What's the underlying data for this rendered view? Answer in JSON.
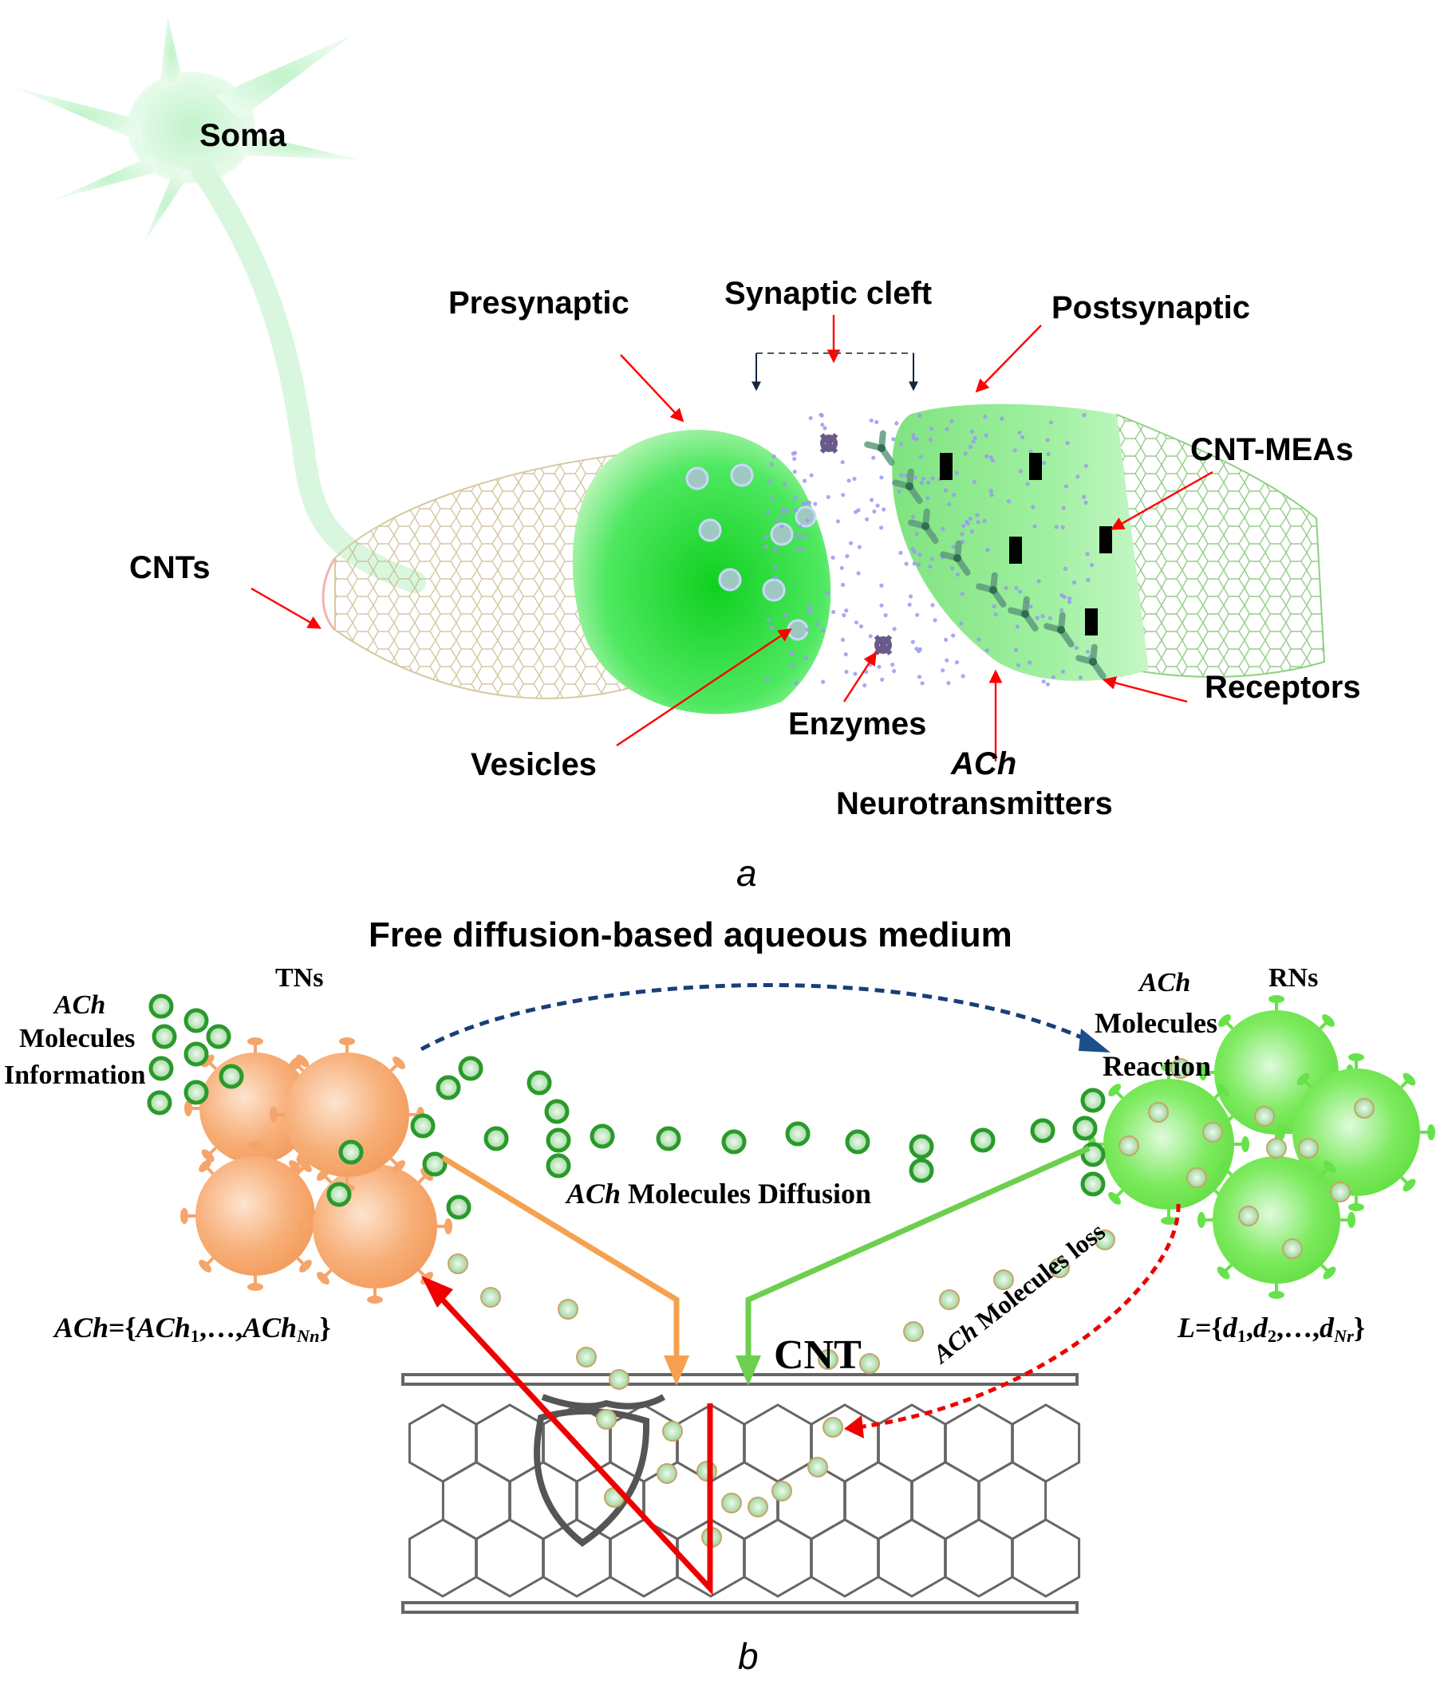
{
  "figure": {
    "panel_a": {
      "letter": "a",
      "labels": {
        "soma": "Soma",
        "presynaptic": "Presynaptic",
        "synaptic_cleft": "Synaptic cleft",
        "postsynaptic": "Postsynaptic",
        "cnt_meas": "CNT-MEAs",
        "cnts": "CNTs",
        "receptors": "Receptors",
        "enzymes": "Enzymes",
        "vesicles": "Vesicles",
        "ach": "ACh",
        "neurotransmitters": "Neurotransmitters"
      },
      "colors": {
        "arrow": "#ff0000",
        "cleft_arrow": "#16253f",
        "presynaptic_green": "#22dd33",
        "postsynaptic_green": "#8fe88f",
        "soma_green": "#c9f5d0",
        "receptor": "#4e8a6c",
        "neurotransmitter": "#9a9af0",
        "electrode": "#000000"
      }
    },
    "panel_b": {
      "letter": "b",
      "title": "Free diffusion-based aqueous medium",
      "tns_label": "TNs",
      "rns_label": "RNs",
      "left_info": {
        "ach": "ACh",
        "line2": "Molecules",
        "line3": "Information"
      },
      "right_info": {
        "ach": "ACh",
        "line2": "Molecules",
        "line3": "Reaction"
      },
      "diffusion": {
        "ach": "ACh",
        "text": " Molecules Diffusion"
      },
      "loss": {
        "ach": "ACh",
        "text": " Molecules loss"
      },
      "cnt_label": "CNT",
      "ach_set": {
        "lhs": "ACh",
        "eq": "={",
        "a1": "ACh",
        "s1": "1",
        "dots": ",…,",
        "a2": "ACh",
        "s2": "Nn",
        "close": "}"
      },
      "l_set": {
        "lhs": "L",
        "eq": "={",
        "d1": "d",
        "s1": "1",
        "c1": ",",
        "d2": "d",
        "s2": "2",
        "dots": ",…,",
        "d3": "d",
        "s3": "Nr",
        "close": "}"
      },
      "colors": {
        "tn_orange": "#f5a46a",
        "rn_green": "#66e34a",
        "molecule_ring": "#2a9a2a",
        "orange_arrow": "#f5a14f",
        "green_arrow": "#6ccf4e",
        "red_arrow": "#ee0000",
        "blue_dashed": "#1a3d78",
        "cnt_grey": "#666666"
      }
    }
  }
}
